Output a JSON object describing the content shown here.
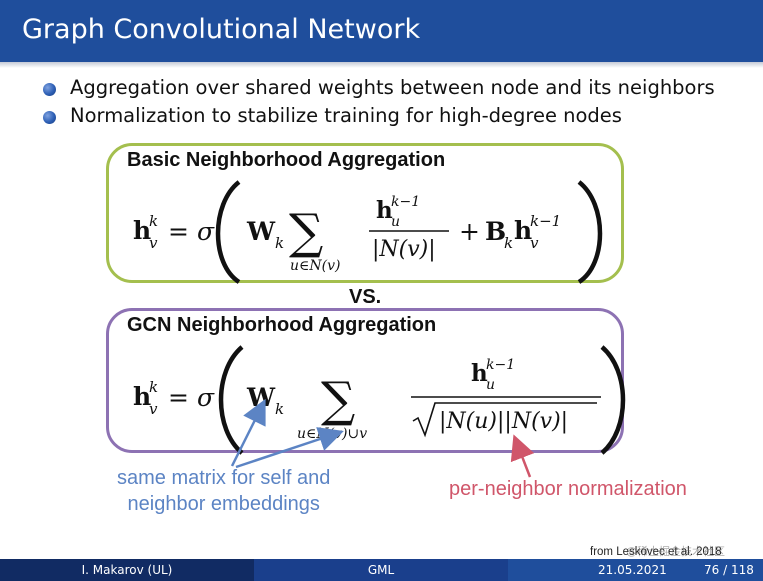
{
  "header": {
    "title": "Graph Convolutional Network"
  },
  "bullets": [
    "Aggregation over shared weights between node and its neighbors",
    "Normalization to stabilize training for high-degree nodes"
  ],
  "panels": {
    "basic": {
      "title": "Basic Neighborhood Aggregation",
      "formula": "h_v^k = σ( W_k Σ_{u∈N(v)} h_u^{k−1} / |N(v)| + B_k h_v^{k−1} )"
    },
    "vs": "VS.",
    "gcn": {
      "title": "GCN Neighborhood Aggregation",
      "formula": "h_v^k = σ( W_k Σ_{u∈N(v)∪v} h_u^{k−1} / sqrt(|N(u)||N(v)|) )"
    }
  },
  "annotations": {
    "same_matrix": [
      "same matrix for self and",
      "neighbor embeddings"
    ],
    "normalization": "per-neighbor normalization",
    "credit": "from Leskovec et al. 2018",
    "watermark": "@稀土掘金技术社区"
  },
  "footer": {
    "author": "I. Makarov  (UL)",
    "course": "GML",
    "date": "21.05.2021",
    "page": "76 / 118"
  },
  "colors": {
    "title_bar": "#1f4e9c",
    "basic_border": "#a4bf4e",
    "gcn_border": "#8d72b3",
    "annotation_blue": "#5c84c4",
    "annotation_red": "#d0566a"
  }
}
